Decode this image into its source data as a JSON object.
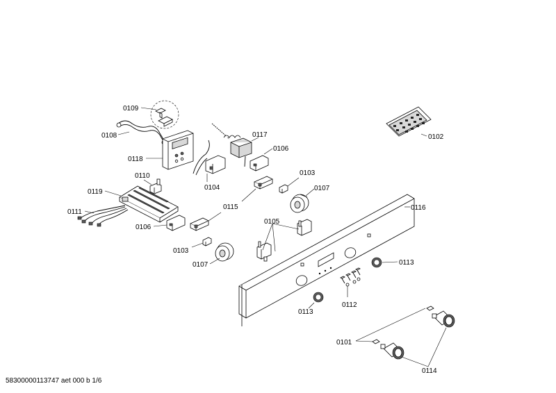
{
  "parts": [
    {
      "id": "p0109",
      "label": "0109"
    },
    {
      "id": "p0108",
      "label": "0108"
    },
    {
      "id": "p0118",
      "label": "0118"
    },
    {
      "id": "p0117",
      "label": "0117"
    },
    {
      "id": "p0106a",
      "label": "0106"
    },
    {
      "id": "p0110",
      "label": "0110"
    },
    {
      "id": "p0104",
      "label": "0104"
    },
    {
      "id": "p0103a",
      "label": "0103"
    },
    {
      "id": "p0107a",
      "label": "0107"
    },
    {
      "id": "p0119",
      "label": "0119"
    },
    {
      "id": "p0115",
      "label": "0115"
    },
    {
      "id": "p0111",
      "label": "0111"
    },
    {
      "id": "p0106b",
      "label": "0106"
    },
    {
      "id": "p0105",
      "label": "0105"
    },
    {
      "id": "p0103b",
      "label": "0103"
    },
    {
      "id": "p0107b",
      "label": "0107"
    },
    {
      "id": "p0116",
      "label": "0116"
    },
    {
      "id": "p0113a",
      "label": "0113"
    },
    {
      "id": "p0113b",
      "label": "0113"
    },
    {
      "id": "p0112",
      "label": "0112"
    },
    {
      "id": "p0101",
      "label": "0101"
    },
    {
      "id": "p0114",
      "label": "0114"
    },
    {
      "id": "p0102",
      "label": "0102"
    }
  ],
  "footer": "58300000113747 aet 000 b 1/6"
}
